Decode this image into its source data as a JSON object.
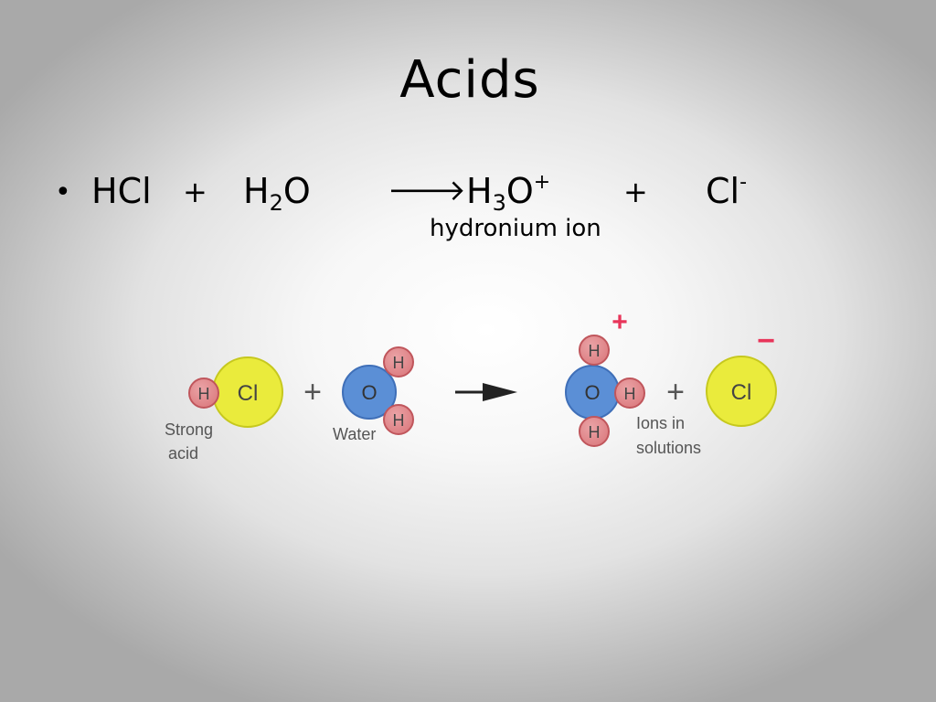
{
  "slide": {
    "title": "Acids",
    "bullet": "•",
    "equation": {
      "reactant1": "HCl",
      "plus1": "+",
      "reactant2_base": "H",
      "reactant2_sub": "2",
      "reactant2_tail": "O",
      "arrow": "🡒",
      "product1_base": "H",
      "product1_sub": "3",
      "product1_tail": "O",
      "product1_charge": "+",
      "plus2": "+",
      "product2_base": "Cl",
      "product2_charge": "-",
      "product1_label": "hydronium ion"
    }
  },
  "diagram": {
    "hydrogen_symbol": "H",
    "chlorine_symbol": "Cl",
    "oxygen_symbol": "O",
    "plus_sign": "+",
    "positive_charge": "+",
    "negative_charge": "−",
    "caption_strong_acid_line1": "Strong",
    "caption_strong_acid_line2": "acid",
    "caption_water": "Water",
    "caption_ions_line1": "Ions in",
    "caption_ions_line2": "solutions",
    "colors": {
      "hydrogen_fill": "#dc7c80",
      "hydrogen_stroke": "#c0565c",
      "chlorine_fill": "#eaeb3c",
      "chlorine_stroke": "#c6c81e",
      "oxygen_fill": "#5b8fd6",
      "oxygen_stroke": "#3f6fb8",
      "charge_color": "#e8355a"
    }
  }
}
